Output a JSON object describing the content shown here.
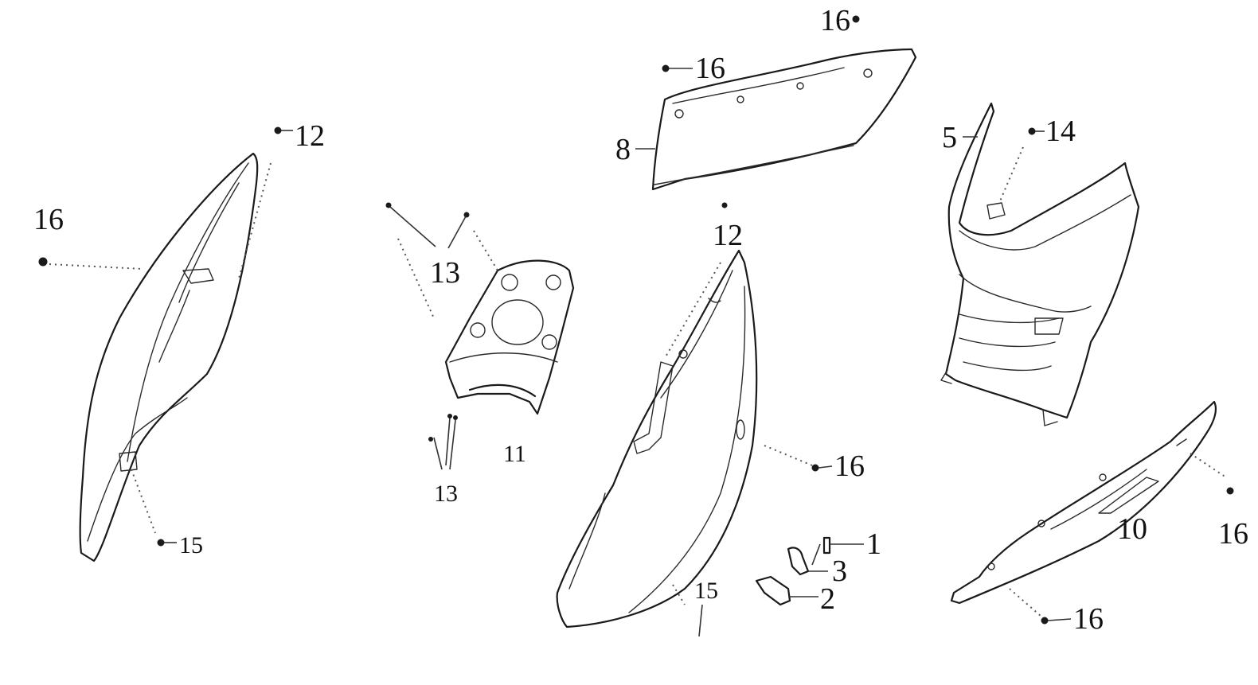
{
  "colors": {
    "background": "#ffffff",
    "line": "#1a1a1a"
  },
  "callouts": {
    "c16_top": "16",
    "c16_panel8": "16",
    "c8": "8",
    "c12_left": "12",
    "c16_left": "16",
    "c13_upper": "13",
    "c13_lower": "13",
    "c11": "11",
    "c15_left": "15",
    "c12_mid": "12",
    "c16_mid": "16",
    "c15_mid": "15",
    "c1": "1",
    "c3": "3",
    "c2": "2",
    "c5": "5",
    "c14": "14",
    "c10": "10",
    "c16_right": "16",
    "c16_bottom": "16"
  }
}
